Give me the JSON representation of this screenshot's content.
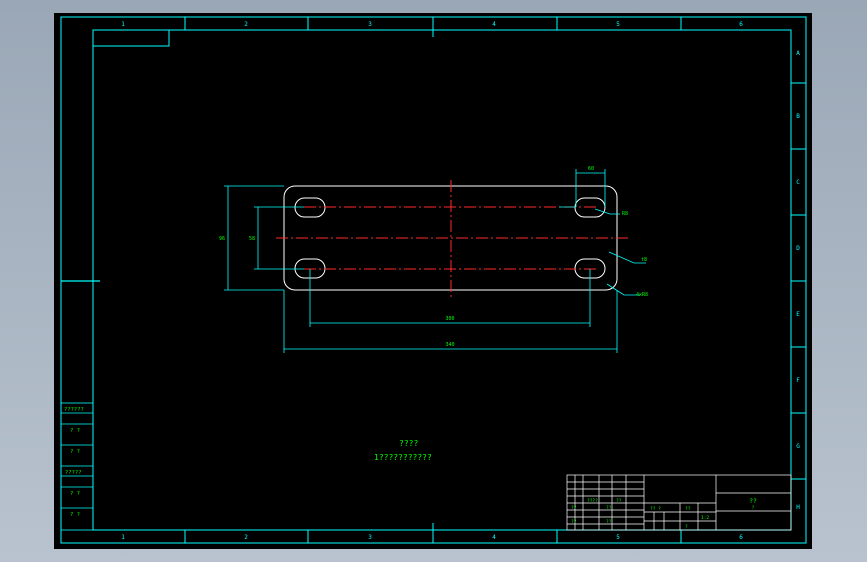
{
  "colors": {
    "frame": "#00ffff",
    "part": "#ffffff",
    "centerline": "#ff2a2a",
    "note": "#00ff00",
    "dimension": "#00ffff",
    "viewport_bg": "#000000"
  },
  "frame": {
    "column_labels": [
      "1",
      "2",
      "3",
      "4",
      "5",
      "6"
    ],
    "row_labels": [
      "A",
      "B",
      "C",
      "D",
      "E",
      "F",
      "G",
      "H"
    ]
  },
  "dimensions": {
    "top_slot": "60",
    "overall_height": "96",
    "hole_spacing_v": "58",
    "hole_spacing_h": "300",
    "overall_width": "340",
    "callout_1": "R8",
    "callout_2": "t8",
    "callout_3": "4xR8"
  },
  "notes": {
    "line1": "????",
    "line2": "1???????????"
  },
  "side_table": [
    "??????",
    "? ?",
    "? ?",
    "?????",
    "? ?",
    "? ?"
  ],
  "title_block": {
    "cell_a": "????",
    "cell_b": "??",
    "cell_c": "??",
    "cell_d": "??",
    "cell_e": "?? ?",
    "cell_f": "??",
    "cell_g": "??",
    "cell_h": "??",
    "cell_i": "1:2",
    "cell_j": "?",
    "drawing_name": "??",
    "drawing_sub": "?"
  }
}
